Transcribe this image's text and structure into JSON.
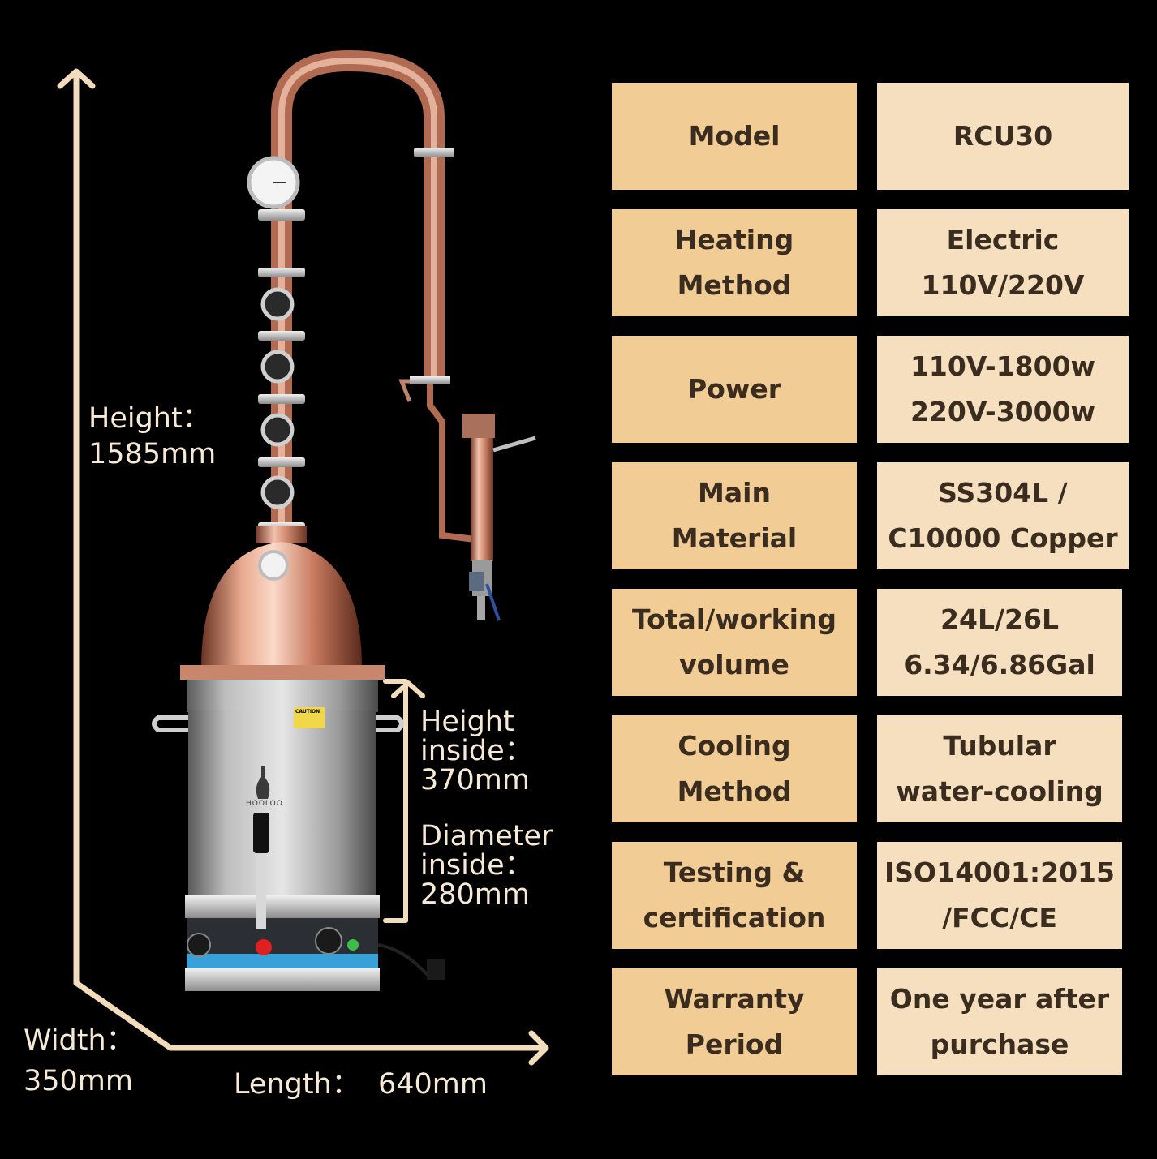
{
  "dimensions": {
    "height_title": "Height：",
    "height_value": "1585mm",
    "width_title": "Width：",
    "width_value": "350mm",
    "length": "Length：  640mm",
    "inner_height_1": "Height",
    "inner_height_2": "inside：",
    "inner_height_3": "370mm",
    "inner_diameter_1": "Diameter",
    "inner_diameter_2": "inside：",
    "inner_diameter_3": "280mm"
  },
  "product": {
    "brand": "HOOLOO",
    "caution": "CAUTION"
  },
  "specs": [
    {
      "label": [
        "Model"
      ],
      "value": [
        "RCU30"
      ]
    },
    {
      "label": [
        "Heating",
        "Method"
      ],
      "value": [
        "Electric",
        "110V/220V"
      ]
    },
    {
      "label": [
        "Power"
      ],
      "value": [
        "110V-1800w",
        "220V-3000w"
      ]
    },
    {
      "label": [
        "Main",
        "Material"
      ],
      "value": [
        "SS304L /",
        "C10000 Copper"
      ]
    },
    {
      "label": [
        "Total/working",
        "volume"
      ],
      "value": [
        "24L/26L",
        "6.34/6.86Gal"
      ]
    },
    {
      "label": [
        "Cooling",
        "Method"
      ],
      "value": [
        "Tubular",
        "water-cooling"
      ]
    },
    {
      "label": [
        "Testing &",
        "certification"
      ],
      "value": [
        "ISO14001:2015",
        "/FCC/CE"
      ]
    },
    {
      "label": [
        "Warranty",
        "Period"
      ],
      "value": [
        "One year after",
        "purchase"
      ]
    }
  ],
  "colors": {
    "background": "#000000",
    "label_cell": "#f1cc95",
    "value_cell": "#f5dfbe",
    "arrow": "#f3dcbb",
    "copper": "#c9826a"
  }
}
